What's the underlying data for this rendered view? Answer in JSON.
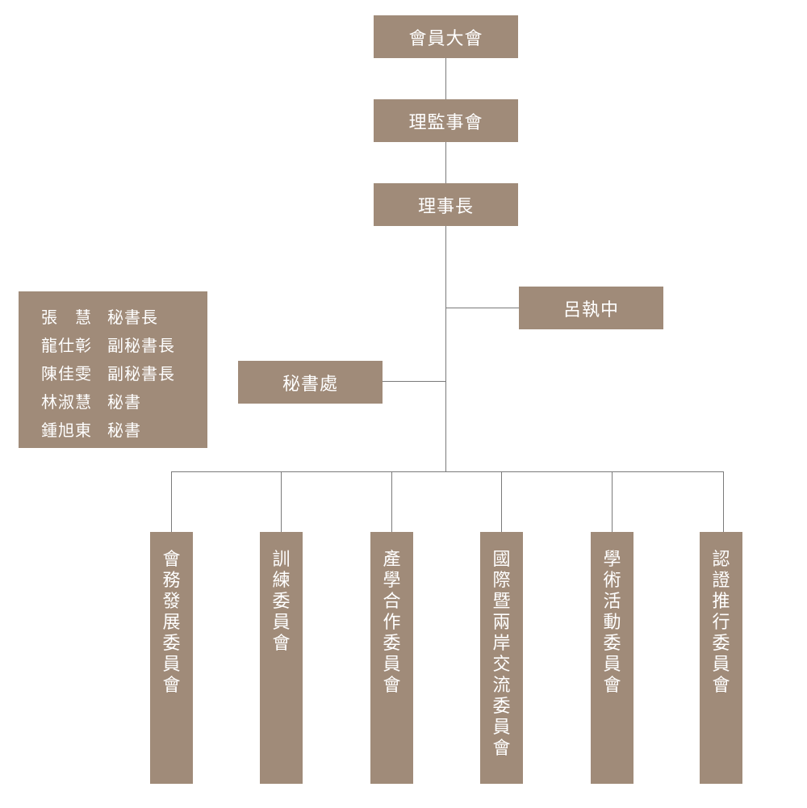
{
  "top_nodes": {
    "general_assembly": "會員大會",
    "board": "理監事會",
    "chairman": "理事長"
  },
  "chairman_name": "呂執中",
  "secretariat": "秘書處",
  "staff": [
    {
      "name": "張　慧",
      "title": "秘書長"
    },
    {
      "name": "龍仕彰",
      "title": "副秘書長"
    },
    {
      "name": "陳佳雯",
      "title": "副秘書長"
    },
    {
      "name": "林淑慧",
      "title": "秘書"
    },
    {
      "name": "鍾旭東",
      "title": "秘書"
    }
  ],
  "committees": [
    "會務發展委員會",
    "訓練委員會",
    "產學合作委員會",
    "國際暨兩岸交流委員會",
    "學術活動委員會",
    "認證推行委員會"
  ]
}
